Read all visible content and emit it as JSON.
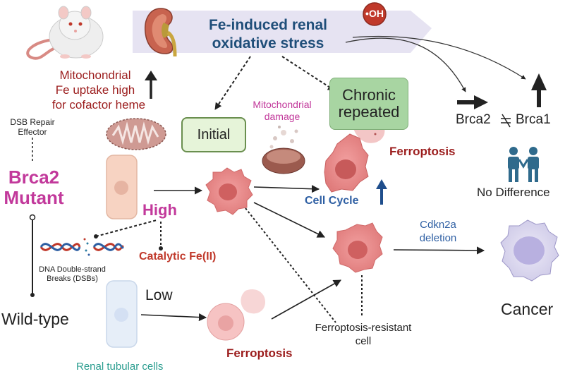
{
  "banner": {
    "title_line1": "Fe-induced renal",
    "title_line2": "oxidative stress",
    "radical_label": "•OH"
  },
  "labels": {
    "mito_uptake_line1": "Mitochondrial",
    "mito_uptake_line2": "Fe uptake high",
    "mito_uptake_line3": "for cofactor heme",
    "dsb_repair_line1": "DSB Repair",
    "dsb_repair_line2": "Effector",
    "brca2_mutant_line1": "Brca2",
    "brca2_mutant_line2": "Mutant",
    "wild_type": "Wild-type",
    "high": "High",
    "low": "Low",
    "catalytic_fe": "Catalytic Fe(II)",
    "dna_dsb_line1": "DNA Double-strand",
    "dna_dsb_line2": "Breaks (DSBs)",
    "renal_tubular_cells": "Renal tubular cells",
    "initial": "Initial",
    "chronic_line1": "Chronic",
    "chronic_line2": "repeated",
    "mito_damage_line1": "Mitochondrial",
    "mito_damage_line2": "damage",
    "ferroptosis_top": "Ferroptosis",
    "ferroptosis_bottom": "Ferroptosis",
    "cell_cycle": "Cell Cycle",
    "cdkn2a_line1": "Cdkn2a",
    "cdkn2a_line2": "deletion",
    "cancer": "Cancer",
    "ferroptosis_resistant_line1": "Ferroptosis-resistant",
    "ferroptosis_resistant_line2": "cell",
    "brca2": "Brca2",
    "brca1": "Brca1",
    "no_difference": "No Difference"
  },
  "icons": [
    "mouse-icon",
    "kidney-icon",
    "hydroxyl-radical-icon",
    "mitochondrion-icon",
    "damaged-mitochondrion-icon",
    "tubular-cell-icon",
    "dna-helix-icon",
    "injured-cell-icon",
    "ferroptotic-cell-icon",
    "resistant-cell-icon",
    "cancer-cell-icon",
    "people-icon",
    "up-arrow-icon",
    "right-arrow-icon",
    "not-equal-icon"
  ],
  "colors": {
    "banner_fill": "#e6e3f2",
    "banner_text": "#1f4e79",
    "dark_red": "#9b1c1c",
    "magenta": "#c2399b",
    "green_box": "#a8d5a2",
    "light_green_box": "#e6f4d9",
    "cell_pink": "#e98a8a",
    "blue_text": "#2e5fa3",
    "teal_text": "#2a9d8f",
    "people_blue": "#2f6a8c"
  }
}
